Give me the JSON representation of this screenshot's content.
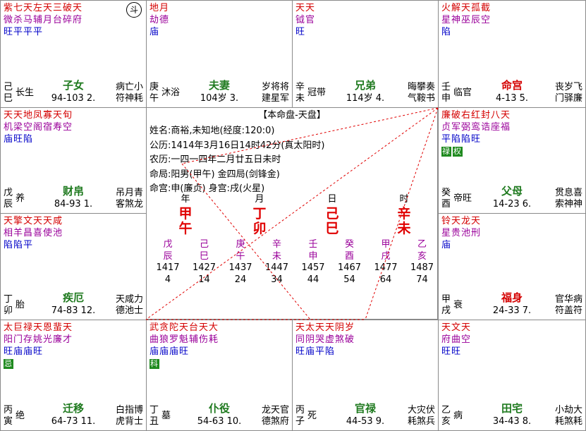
{
  "chart_icon": "斗",
  "colors": {
    "red": "#d40000",
    "purple": "#9a009a",
    "blue": "#0000c8",
    "green": "#1f8a1f",
    "line": "#e00000"
  },
  "cells": [
    {
      "id": "si",
      "stars1": "紫七天左天三破天",
      "stars2": "微杀马辅月台碎府",
      "bright": "旺平平平",
      "hua": [],
      "stem": "己",
      "branch": "巳",
      "stage": "长生",
      "palace": "子女",
      "ming": false,
      "range": "94-103 2.",
      "gods1": "病亡小",
      "gods2": "符神耗",
      "icon": true
    },
    {
      "id": "wu",
      "stars1": "地月",
      "stars2": "劫德",
      "bright": "庙",
      "hua": [],
      "stem": "庚",
      "branch": "午",
      "stage": "沐浴",
      "palace": "夫妻",
      "ming": false,
      "range": "104岁 3.",
      "gods1": "岁将将",
      "gods2": "建星军",
      "icon": false
    },
    {
      "id": "wei",
      "stars1": "天天",
      "stars2": "钺官",
      "bright": "旺",
      "hua": [],
      "stem": "辛",
      "branch": "未",
      "stage": "冠带",
      "palace": "兄弟",
      "ming": false,
      "range": "114岁 4.",
      "gods1": "晦攀奏",
      "gods2": "气鞍书",
      "icon": false
    },
    {
      "id": "shen",
      "stars1": "火解天孤截",
      "stars2": "星神巫辰空",
      "bright": "陷",
      "hua": [],
      "stem": "壬",
      "branch": "申",
      "stage": "临官",
      "palace": "命宫",
      "ming": true,
      "range": "4-13 5.",
      "gods1": "丧岁飞",
      "gods2": "门驿廉",
      "icon": false
    },
    {
      "id": "chen",
      "stars1": "天天地凤寡天旬",
      "stars2": "机梁空阁宿寿空",
      "bright": "庙旺陷",
      "hua": [],
      "stem": "戊",
      "branch": "辰",
      "stage": "养",
      "palace": "财帛",
      "ming": false,
      "range": "84-93 1.",
      "gods1": "吊月青",
      "gods2": "客煞龙",
      "icon": false
    },
    {
      "id": "you",
      "stars1": "廉破右红封八天",
      "stars2": "贞军弼鸾诰座福",
      "bright": "平陷陷旺",
      "hua": [
        "禄",
        "权"
      ],
      "stem": "癸",
      "branch": "酉",
      "stage": "帝旺",
      "palace": "父母",
      "ming": false,
      "range": "14-23 6.",
      "gods1": "贯息喜",
      "gods2": "索神神",
      "icon": false
    },
    {
      "id": "mao",
      "stars1": "天擎文天天咸",
      "stars2": "相羊昌喜使池",
      "bright": "陷陷平",
      "hua": [],
      "stem": "丁",
      "branch": "卯",
      "stage": "胎",
      "palace": "疾厄",
      "ming": false,
      "range": "74-83 12.",
      "gods1": "天咸力",
      "gods2": "德池士",
      "icon": false
    },
    {
      "id": "xu",
      "stars1": "铃天龙天",
      "stars2": "星贵池刑",
      "bright": "庙",
      "hua": [],
      "stem": "甲",
      "branch": "戌",
      "stage": "衰",
      "palace": "福身",
      "ming": true,
      "range": "24-33 7.",
      "gods1": "官华病",
      "gods2": "符盖符",
      "icon": false
    },
    {
      "id": "yin",
      "stars1": "太巨禄天恩蜚天",
      "stars2": "阳门存姚光廉才",
      "bright": "旺庙庙旺",
      "hua": [
        "忌"
      ],
      "stem": "丙",
      "branch": "寅",
      "stage": "绝",
      "palace": "迁移",
      "ming": false,
      "range": "64-73 11.",
      "gods1": "白指博",
      "gods2": "虎背士",
      "icon": false
    },
    {
      "id": "chou",
      "stars1": "武贪陀天台天大",
      "stars2": "曲狼罗魁辅伤耗",
      "bright": "庙庙庙旺",
      "hua": [
        "科"
      ],
      "stem": "丁",
      "branch": "丑",
      "stage": "墓",
      "palace": "仆役",
      "ming": false,
      "range": "54-63 10.",
      "gods1": "龙天官",
      "gods2": "德煞府",
      "icon": false
    },
    {
      "id": "zi",
      "stars1": "天太天天阴岁",
      "stars2": "同阴哭虚煞破",
      "bright": "旺庙平陷",
      "hua": [],
      "stem": "丙",
      "branch": "子",
      "stage": "死",
      "palace": "官禄",
      "ming": false,
      "range": "44-53 9.",
      "gods1": "大灾伏",
      "gods2": "耗煞兵",
      "icon": false
    },
    {
      "id": "hai",
      "stars1": "天文天",
      "stars2": "府曲空",
      "bright": "旺旺",
      "hua": [],
      "stem": "乙",
      "branch": "亥",
      "stage": "病",
      "palace": "田宅",
      "ming": false,
      "range": "34-43 8.",
      "gods1": "小劫大",
      "gods2": "耗煞耗",
      "icon": false
    }
  ],
  "center": {
    "title": "【本命盘-天盘】",
    "info": [
      "姓名:商裕,未知地(经度:120:0)",
      "公历:1414年3月16日14时42分(真太阳时)",
      "农历:一四一四年二月廿五日未时",
      "命局:阳男(甲午)    金四局(剑锋金)",
      "命宫:申(廉贞)    身宫:戌(火星)"
    ],
    "pillars": [
      {
        "label": "年",
        "stem": "甲",
        "branch": "午"
      },
      {
        "label": "月",
        "stem": "丁",
        "branch": "卯"
      },
      {
        "label": "日",
        "stem": "己",
        "branch": "巳"
      },
      {
        "label": "时",
        "stem": "辛",
        "branch": "未"
      }
    ],
    "dayun": [
      {
        "stem": "戊",
        "branch": "辰",
        "year": "1417",
        "age": "4"
      },
      {
        "stem": "己",
        "branch": "巳",
        "year": "1427",
        "age": "14"
      },
      {
        "stem": "庚",
        "branch": "午",
        "year": "1437",
        "age": "24"
      },
      {
        "stem": "辛",
        "branch": "未",
        "year": "1447",
        "age": "34"
      },
      {
        "stem": "壬",
        "branch": "申",
        "year": "1457",
        "age": "44"
      },
      {
        "stem": "癸",
        "branch": "酉",
        "year": "1467",
        "age": "54"
      },
      {
        "stem": "甲",
        "branch": "戌",
        "year": "1477",
        "age": "64"
      },
      {
        "stem": "乙",
        "branch": "亥",
        "year": "1487",
        "age": "74"
      }
    ]
  }
}
